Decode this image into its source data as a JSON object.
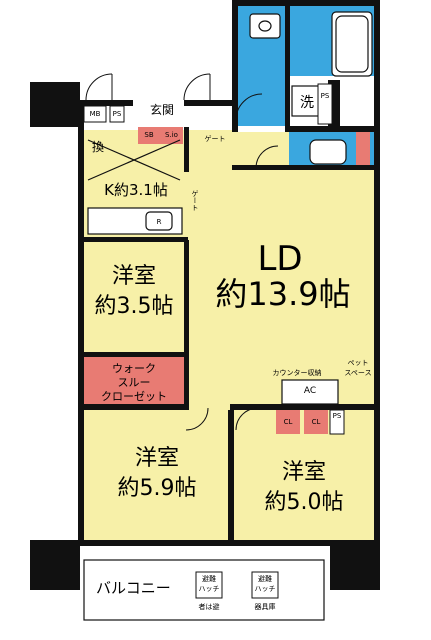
{
  "rooms": {
    "ld_label": "LD",
    "ld_area": "約13.9帖",
    "kitchen": "K約3.1帖",
    "western1_label": "洋室",
    "western1_area": "約3.5帖",
    "western2_label": "洋室",
    "western2_area": "約5.9帖",
    "western3_label": "洋室",
    "western3_area": "約5.0帖",
    "walk_through_closet": [
      "ウォーク",
      "スルー",
      "クローゼット"
    ],
    "balcony": "バルコニー",
    "entrance": "玄関"
  },
  "labels": {
    "mb": "MB",
    "ps": "PS",
    "sb": "SB",
    "s_io": "S.io",
    "gate1": "ゲート",
    "gate2": "ゲート",
    "counter_storage": "カウンター収納",
    "pet_space": "ペット\nスペース",
    "ac": "AC",
    "cl1": "CL",
    "cl2": "CL",
    "ps2": "PS",
    "ps3": "PS",
    "wash": "洗",
    "kitchen_vent": "換",
    "r": "R"
  },
  "hatches": {
    "left_top": "避難\nハッチ",
    "left_bottom": "者は避",
    "right_top": "避難\nハッチ",
    "right_bottom": "器具庫"
  },
  "colors": {
    "room_fill": "#f7f0a8",
    "wet_fill": "#3aa7df",
    "closet_fill": "#e87b73",
    "wall": "#111111",
    "balcony_fill": "#ffffff"
  }
}
